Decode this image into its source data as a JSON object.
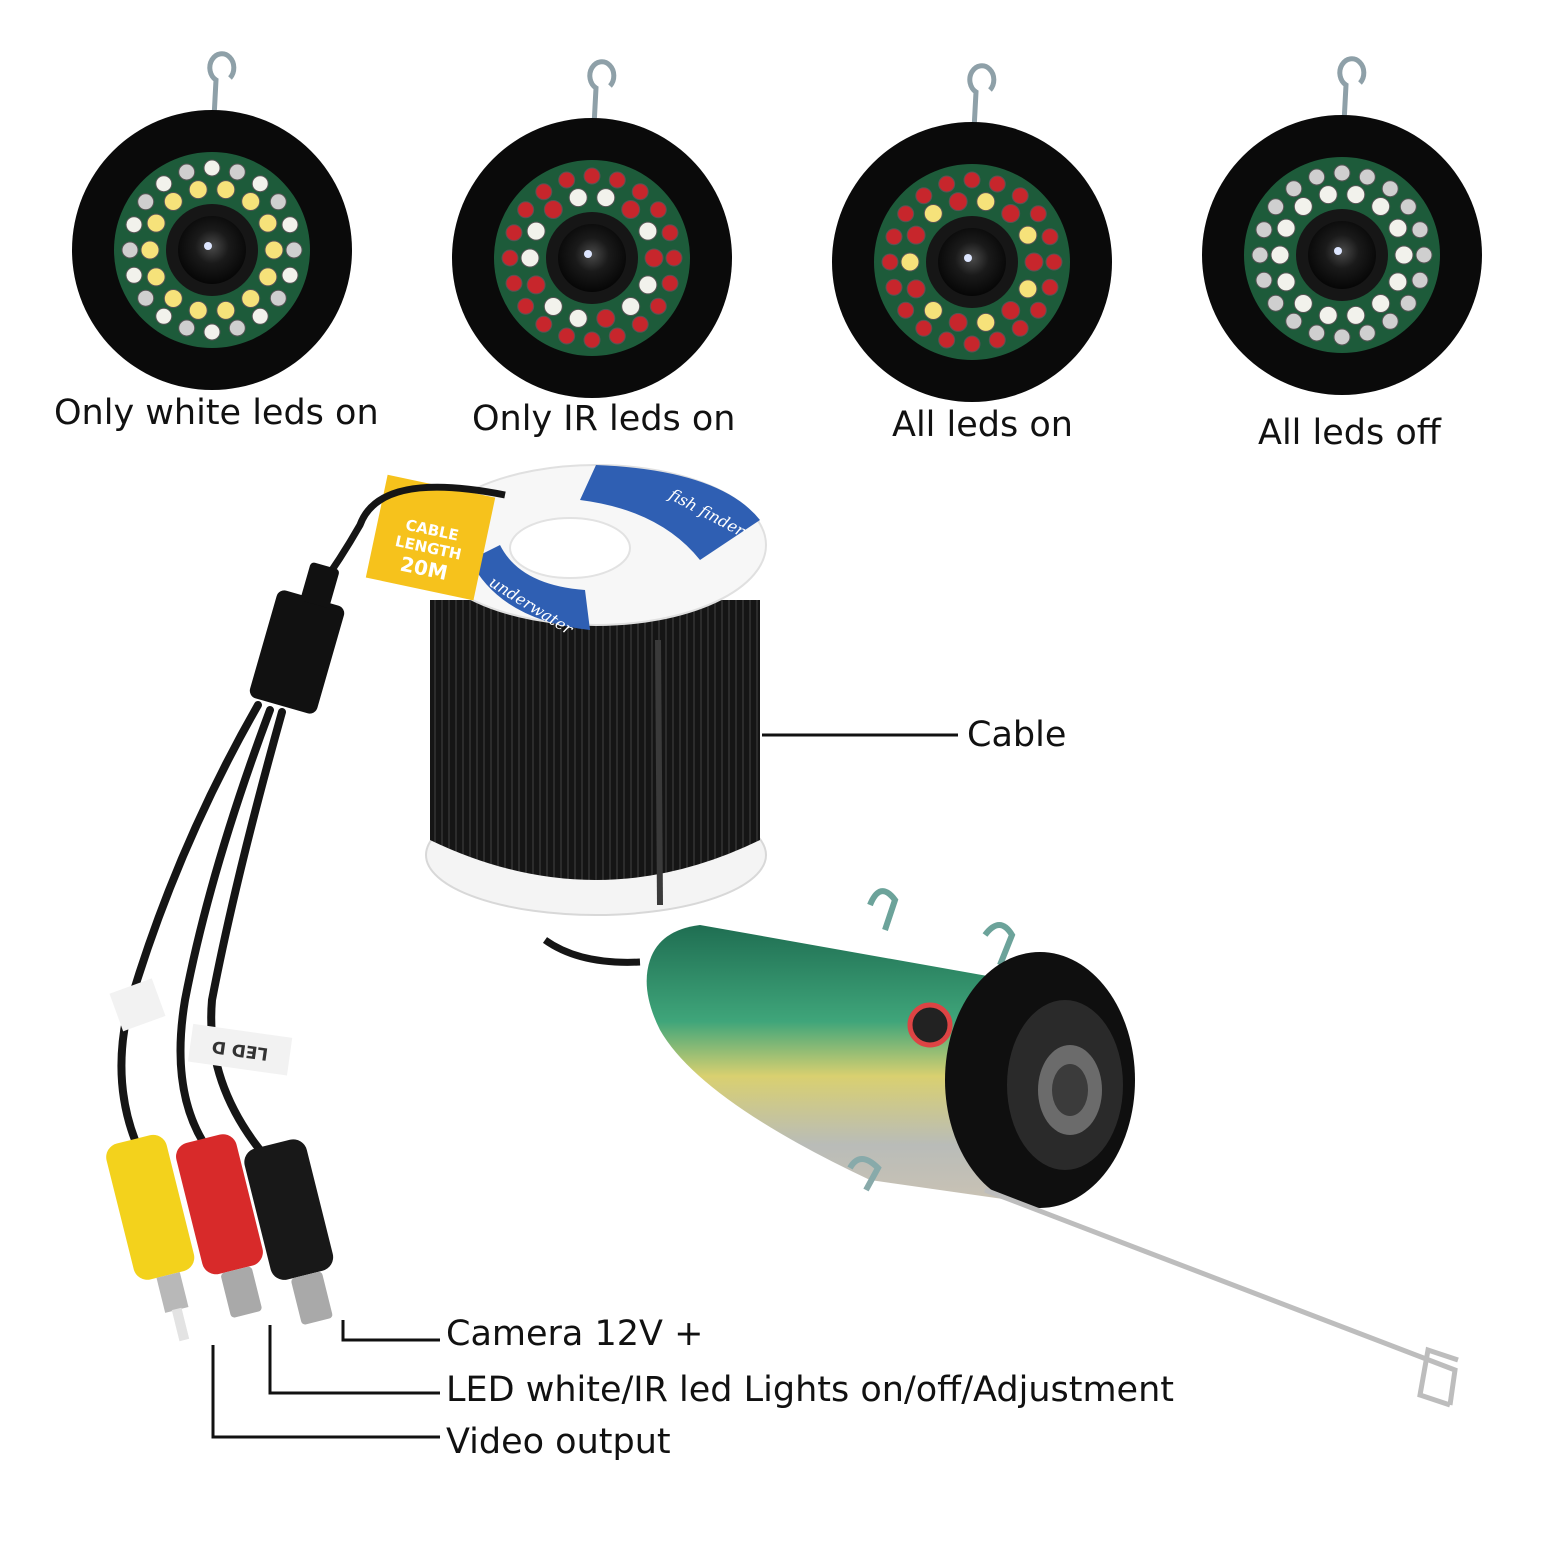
{
  "modes": [
    {
      "label": "Only white leds on",
      "pattern": "white"
    },
    {
      "label": "Only IR leds on",
      "pattern": "ir"
    },
    {
      "label": "All leds on",
      "pattern": "all"
    },
    {
      "label": "All leds off",
      "pattern": "off"
    }
  ],
  "spool": {
    "tag_line1": "CABLE",
    "tag_line2": "LENGTH",
    "tag_line3": "20M",
    "band_text_top": "fish finder",
    "band_text_bottom": "underwater"
  },
  "callouts": {
    "cable": "Cable",
    "camera_power": "Camera 12V +",
    "led_control": "LED white/IR led Lights on/off/Adjustment",
    "video_output": "Video output"
  },
  "cable_tag": "LED D",
  "colors": {
    "led_white": "#f2f2ec",
    "led_yellow": "#f6e27a",
    "led_red": "#c7262c",
    "led_dim": "#cfcfcf",
    "pcb": "#1d5b3a",
    "rca_yellow": "#f3d21c",
    "rca_red": "#d82a2a",
    "body_green": "#2f9a6e",
    "band_blue": "#2f5fb3",
    "tag_yellow": "#f6c21c"
  }
}
